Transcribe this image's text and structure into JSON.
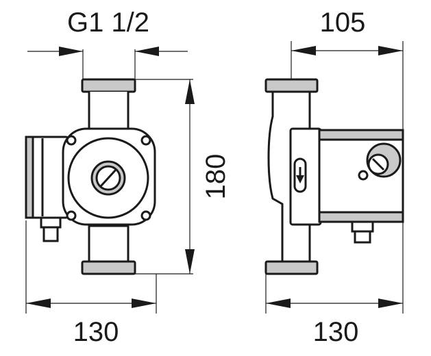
{
  "dimensions": {
    "thread": "G1 1/2",
    "depth": "105",
    "height": "180",
    "width_front": "130",
    "width_side": "130"
  }
}
